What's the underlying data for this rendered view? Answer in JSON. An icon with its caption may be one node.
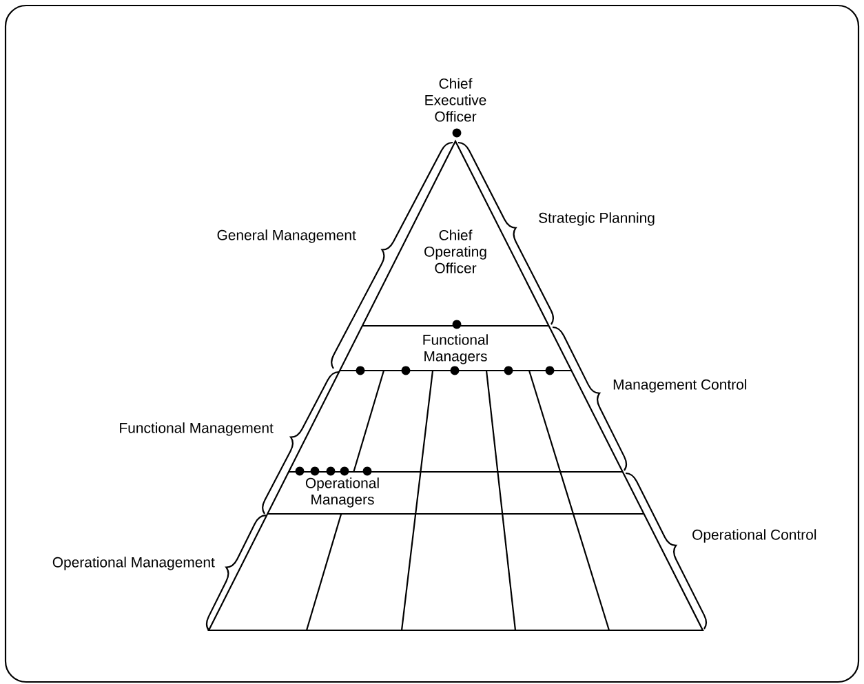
{
  "diagram": {
    "labels": [
      "Chief Executive Officer",
      "Strategic Planning",
      "General Management",
      "Chief Operating Officer",
      "Functional Managers",
      "Management Control",
      "Functional Management",
      "Operational Managers",
      "Operational Control",
      "Operational Management"
    ]
  }
}
